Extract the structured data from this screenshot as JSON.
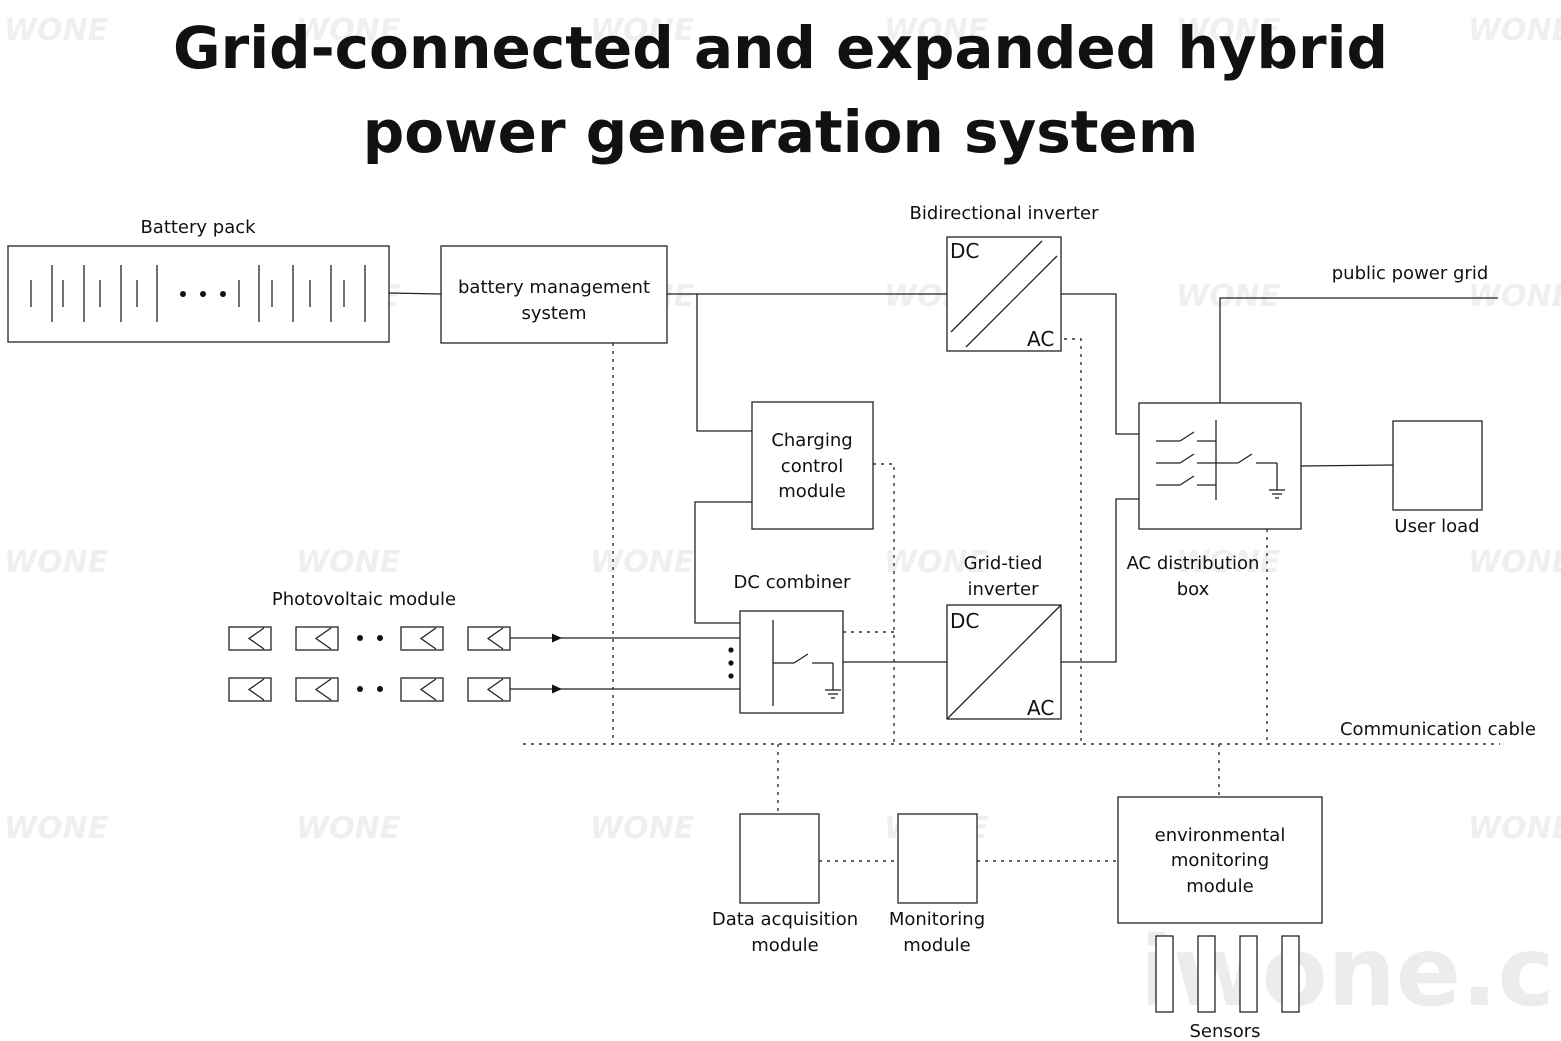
{
  "title": {
    "line1": "Grid-connected and expanded hybrid",
    "line2": "power generation system"
  },
  "labels": {
    "battery_pack": "Battery pack",
    "bms_line1": "battery management",
    "bms_line2": "system",
    "bidirectional_inverter": "Bidirectional inverter",
    "public_power_grid": "public power grid",
    "charging_line1": "Charging",
    "charging_line2": "control",
    "charging_line3": "module",
    "ac_dist_line1": "AC distribution",
    "ac_dist_line2": "box",
    "user_load": "User load",
    "grid_tied_line1": "Grid-tied",
    "grid_tied_line2": "inverter",
    "dc_combiner": "DC combiner",
    "photovoltaic_module": "Photovoltaic module",
    "communication_cable": "Communication cable",
    "data_acq_line1": "Data acquisition",
    "data_acq_line2": "module",
    "monitoring_line1": "Monitoring",
    "monitoring_line2": "module",
    "env_line1": "environmental",
    "env_line2": "monitoring",
    "env_line3": "module",
    "sensors": "Sensors",
    "inv_dc": "DC",
    "inv_ac": "AC"
  },
  "watermark": {
    "small": "WONE",
    "large": "iwone.cn"
  }
}
